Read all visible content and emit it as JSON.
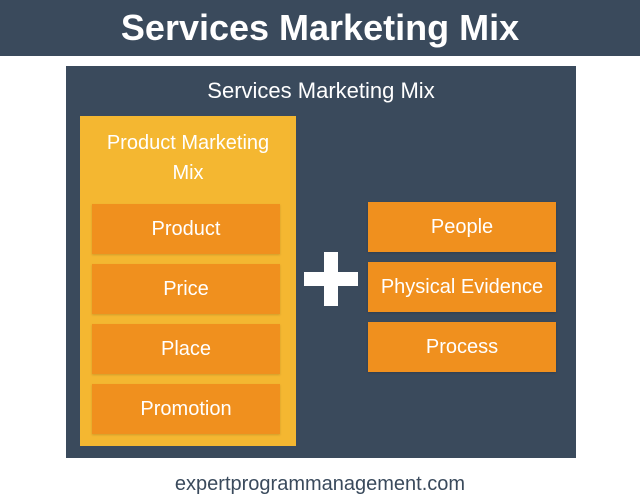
{
  "header": {
    "title": "Services Marketing Mix"
  },
  "panel": {
    "title": "Services Marketing Mix",
    "product_mix": {
      "title": "Product Marketing Mix",
      "items": [
        "Product",
        "Price",
        "Place",
        "Promotion"
      ]
    },
    "plus_symbol": "+",
    "service_items": [
      "People",
      "Physical Evidence",
      "Process"
    ]
  },
  "footer": {
    "text": "expertprogrammanagement.com"
  },
  "colors": {
    "dark_slate": "#3a4a5c",
    "product_mix_bg": "#f4b731",
    "box_orange": "#f0901e",
    "text_white": "#ffffff"
  }
}
